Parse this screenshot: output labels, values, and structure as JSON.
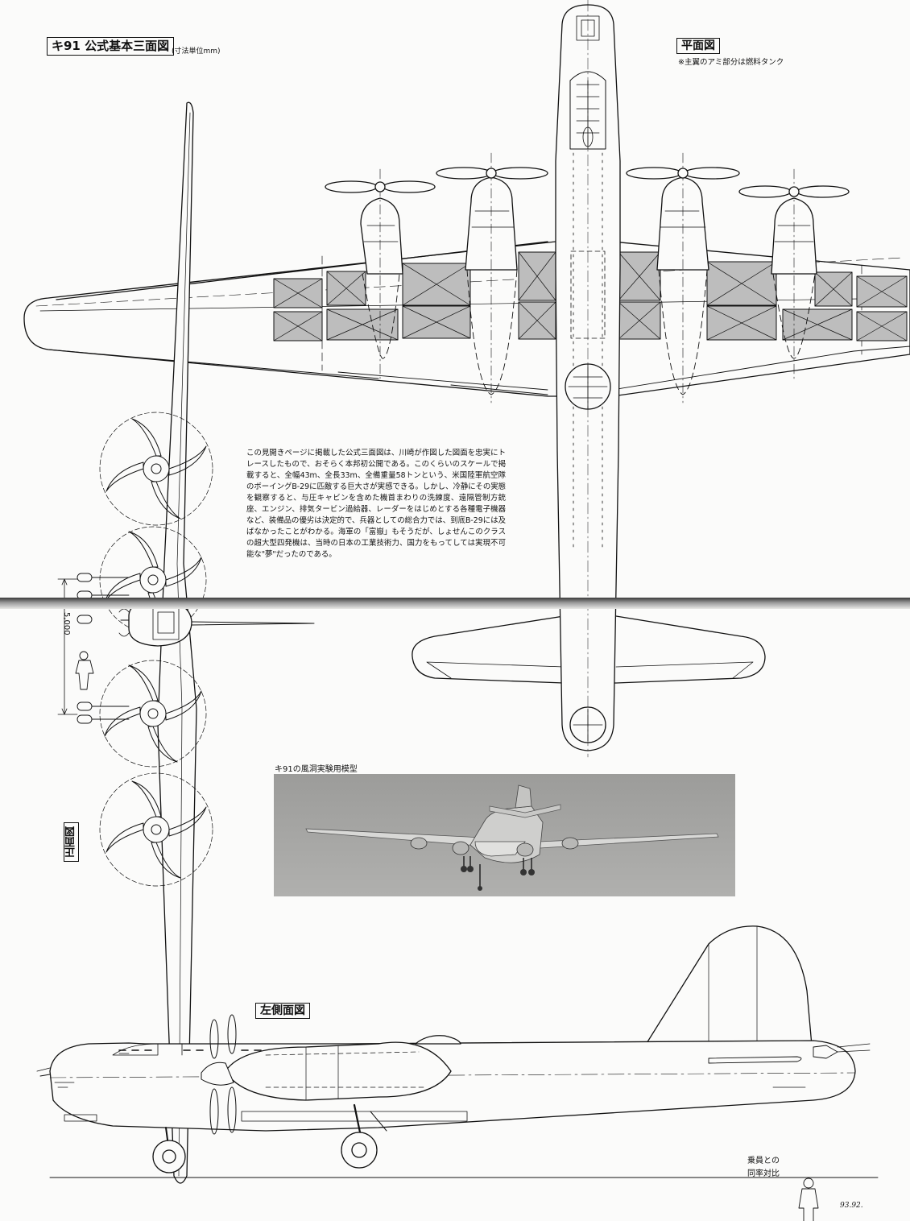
{
  "title": {
    "main": "キ91 公式基本三面図",
    "unit_note": "(寸法単位mm)"
  },
  "plan_view": {
    "label": "平面図",
    "note": "※主翼のアミ部分は燃料タンク"
  },
  "body_text": "この見開きページに掲載した公式三面図は、川崎が作図した図面を忠実にトレースしたもので、おそらく本邦初公開である。このくらいのスケールで掲載すると、全幅43m、全長33m、全備重量58トンという、米国陸軍航空隊のボーイングB-29に匹敵する巨大さが実感できる。しかし、冷静にその実態を観察すると、与圧キャビンを含めた機首まわりの洗練度、遠隔管制方銃座、エンジン、排気タービン過給器、レーダーをはじめとする各種電子機器など、装備品の優劣は決定的で、兵器としての総合力では、到底B-29には及ばなかったことがわかる。海軍の「富嶽」もそうだが、しょせんこのクラスの超大型四発機は、当時の日本の工業技術力、国力をもってしては実現不可能な\"夢\"だったのである。",
  "front_view": {
    "label": "正面図"
  },
  "dimension": {
    "value": "5,000"
  },
  "photo": {
    "caption": "キ91の風洞実験用模型"
  },
  "side_view": {
    "label": "左側面図"
  },
  "scale_note": {
    "line1": "乗員との",
    "line2": "同率対比"
  },
  "signature": "93.92.",
  "colors": {
    "paper": "#fbfbfa",
    "ink": "#111111",
    "fuel_tank_fill": "#bdbdbd",
    "photo_bg": "#a8a8a6"
  }
}
